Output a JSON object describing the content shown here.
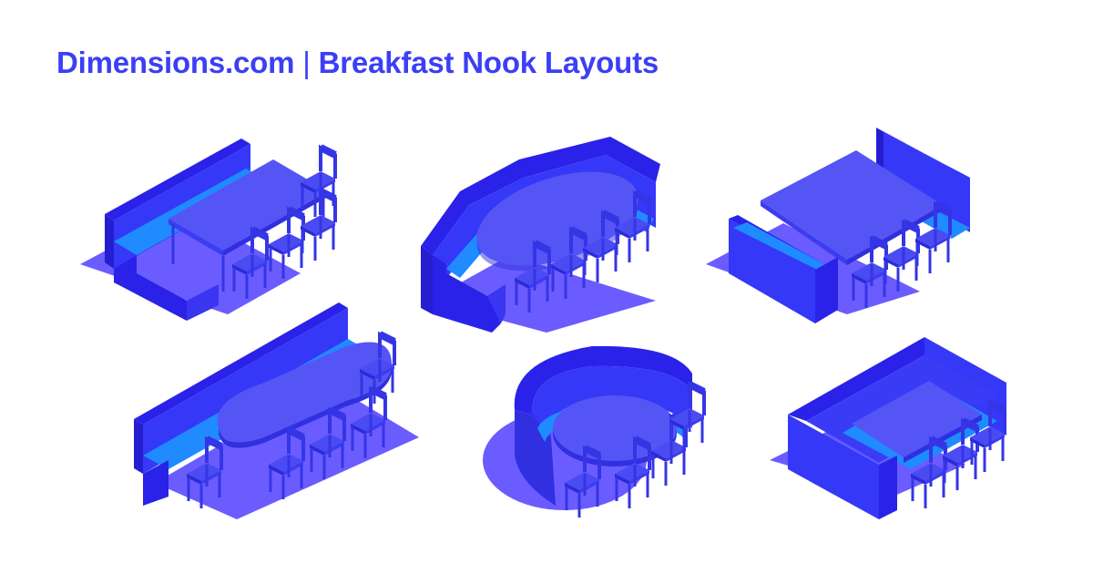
{
  "header": {
    "site": "Dimensions.com",
    "separator": "|",
    "title": "Breakfast Nook Layouts"
  },
  "colors": {
    "title": "#3b3ff5",
    "seat_dark": "#2a22e8",
    "seat_mid": "#3538f6",
    "seat_light": "#1f8bff",
    "table_top": "#5455f4",
    "shadow": "#6a5cff",
    "chair": "#3535e6"
  },
  "illustrations": [
    {
      "id": "straight-bench-with-chairs"
    },
    {
      "id": "angled-booth-with-oval-table"
    },
    {
      "id": "double-bench-facing"
    },
    {
      "id": "long-bench-with-oval-table"
    },
    {
      "id": "curved-booth-with-round-table"
    },
    {
      "id": "l-shaped-booth"
    }
  ]
}
